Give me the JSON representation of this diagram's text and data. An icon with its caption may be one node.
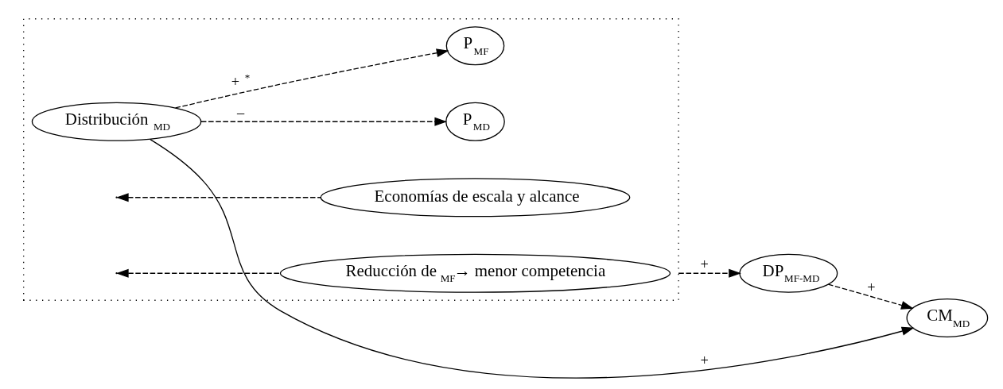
{
  "diagram": {
    "nodes": [
      {
        "text": [],
        "shape": "box"
      },
      {
        "text": [
          "Distribución $_{MD}$"
        ],
        "in": 0
      },
      {
        "text": [
          "P$_{MD}$"
        ],
        "in": 0
      },
      {
        "text": [
          "Economías de escala y alcance"
        ],
        "in": 0
      },
      {
        "text": [
          "P$_{MF}$"
        ],
        "in": 0
      },
      {
        "text": [
          "Reducción de $_{MF}$→ menor competencia"
        ],
        "in": 0
      },
      {
        "text": [
          "DP$_{MF-MD}$"
        ]
      },
      {
        "text": [
          "CM$_{MD}$"
        ]
      }
    ],
    "edges": [
      {
        "from": 1,
        "to": 2,
        "arrow": "to",
        "style": "dashed",
        "label": "–"
      },
      {
        "from": 3,
        "to": null,
        "arrow": "to",
        "style": "dashed"
      },
      {
        "from": 5,
        "to": null,
        "arrow": "to",
        "style": "dashed"
      },
      {
        "from": 1,
        "to": 4,
        "arrow": "to",
        "style": "dashed",
        "label": "+ $^{*}$"
      },
      {
        "from": 0,
        "to": 6,
        "arrow": "to",
        "style": "dashed",
        "label": "+"
      },
      {
        "from": 6,
        "to": 7,
        "arrow": "to",
        "style": "dashed",
        "label": "+"
      },
      {
        "from": 1,
        "to": 7,
        "arrow": "to",
        "label": "+"
      }
    ]
  }
}
